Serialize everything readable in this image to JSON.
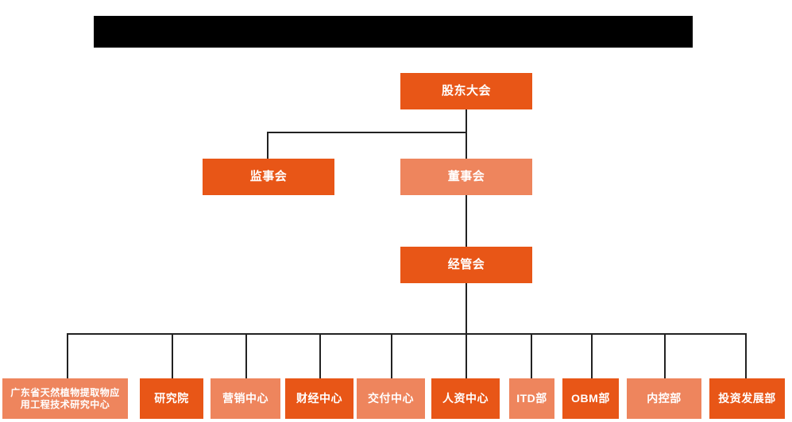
{
  "page": {
    "background_color": "#ffffff",
    "title_bar": {
      "name": "redacted-title-bar",
      "text": "",
      "color": "#000000"
    }
  },
  "palette": {
    "deep_orange": "#E85617",
    "light_orange": "#EE855D",
    "connector": "#222222",
    "node_text": "#ffffff"
  },
  "org_chart": {
    "levels": [
      {
        "level": 1,
        "nodes": [
          {
            "id": "shareholders-meeting",
            "label": "股东大会",
            "shade": "deep"
          }
        ]
      },
      {
        "level": 2,
        "nodes": [
          {
            "id": "board-of-supervisors",
            "label": "监事会",
            "shade": "deep"
          },
          {
            "id": "board-of-directors",
            "label": "董事会",
            "shade": "light"
          }
        ]
      },
      {
        "level": 3,
        "nodes": [
          {
            "id": "management-committee",
            "label": "经管会",
            "shade": "deep"
          }
        ]
      },
      {
        "level": 4,
        "nodes": [
          {
            "id": "guangdong-research-center",
            "label": "广东省天然植物提取物应\n用工程技术研究中心",
            "shade": "light"
          },
          {
            "id": "research-institute",
            "label": "研究院",
            "shade": "deep"
          },
          {
            "id": "marketing-center",
            "label": "营销中心",
            "shade": "light"
          },
          {
            "id": "finance-center",
            "label": "财经中心",
            "shade": "deep"
          },
          {
            "id": "delivery-center",
            "label": "交付中心",
            "shade": "light"
          },
          {
            "id": "hr-center",
            "label": "人资中心",
            "shade": "deep"
          },
          {
            "id": "itd-department",
            "label": "ITD部",
            "shade": "light"
          },
          {
            "id": "obm-department",
            "label": "OBM部",
            "shade": "deep"
          },
          {
            "id": "internal-control-department",
            "label": "内控部",
            "shade": "light"
          },
          {
            "id": "investment-development-department",
            "label": "投资发展部",
            "shade": "deep"
          }
        ]
      }
    ],
    "nodes_flat": {
      "shareholders_meeting": "股东大会",
      "board_of_supervisors": "监事会",
      "board_of_directors": "董事会",
      "management_committee": "经管会",
      "guangdong_research_center": "广东省天然植物提取物应\n用工程技术研究中心",
      "research_institute": "研究院",
      "marketing_center": "营销中心",
      "finance_center": "财经中心",
      "delivery_center": "交付中心",
      "hr_center": "人资中心",
      "itd_department": "ITD部",
      "obm_department": "OBM部",
      "internal_control_department": "内控部",
      "investment_development_department": "投资发展部"
    }
  }
}
